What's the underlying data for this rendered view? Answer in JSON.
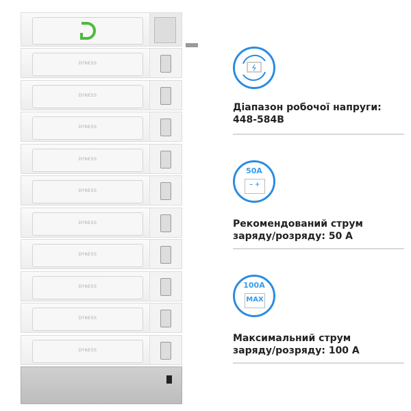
{
  "product": {
    "logo_letter": "D",
    "brand_label": "DYNESS",
    "logo_color": "#4cbb3c",
    "module_count": 10
  },
  "features": [
    {
      "icon": "battery-cycle-icon",
      "text": "Діапазон робочої напруги:\n448-584В"
    },
    {
      "icon": "battery-50a-icon",
      "icon_label": "50A",
      "terminals": "–  +",
      "text": "Рекомендований струм\nзаряду/розряду: 50 А"
    },
    {
      "icon": "battery-100a-max-icon",
      "icon_label": "100A",
      "icon_sublabel": "MAX",
      "text": "Максимальний струм\nзаряду/розряду: 100 А"
    }
  ],
  "accent_color": "#2b8ce0"
}
